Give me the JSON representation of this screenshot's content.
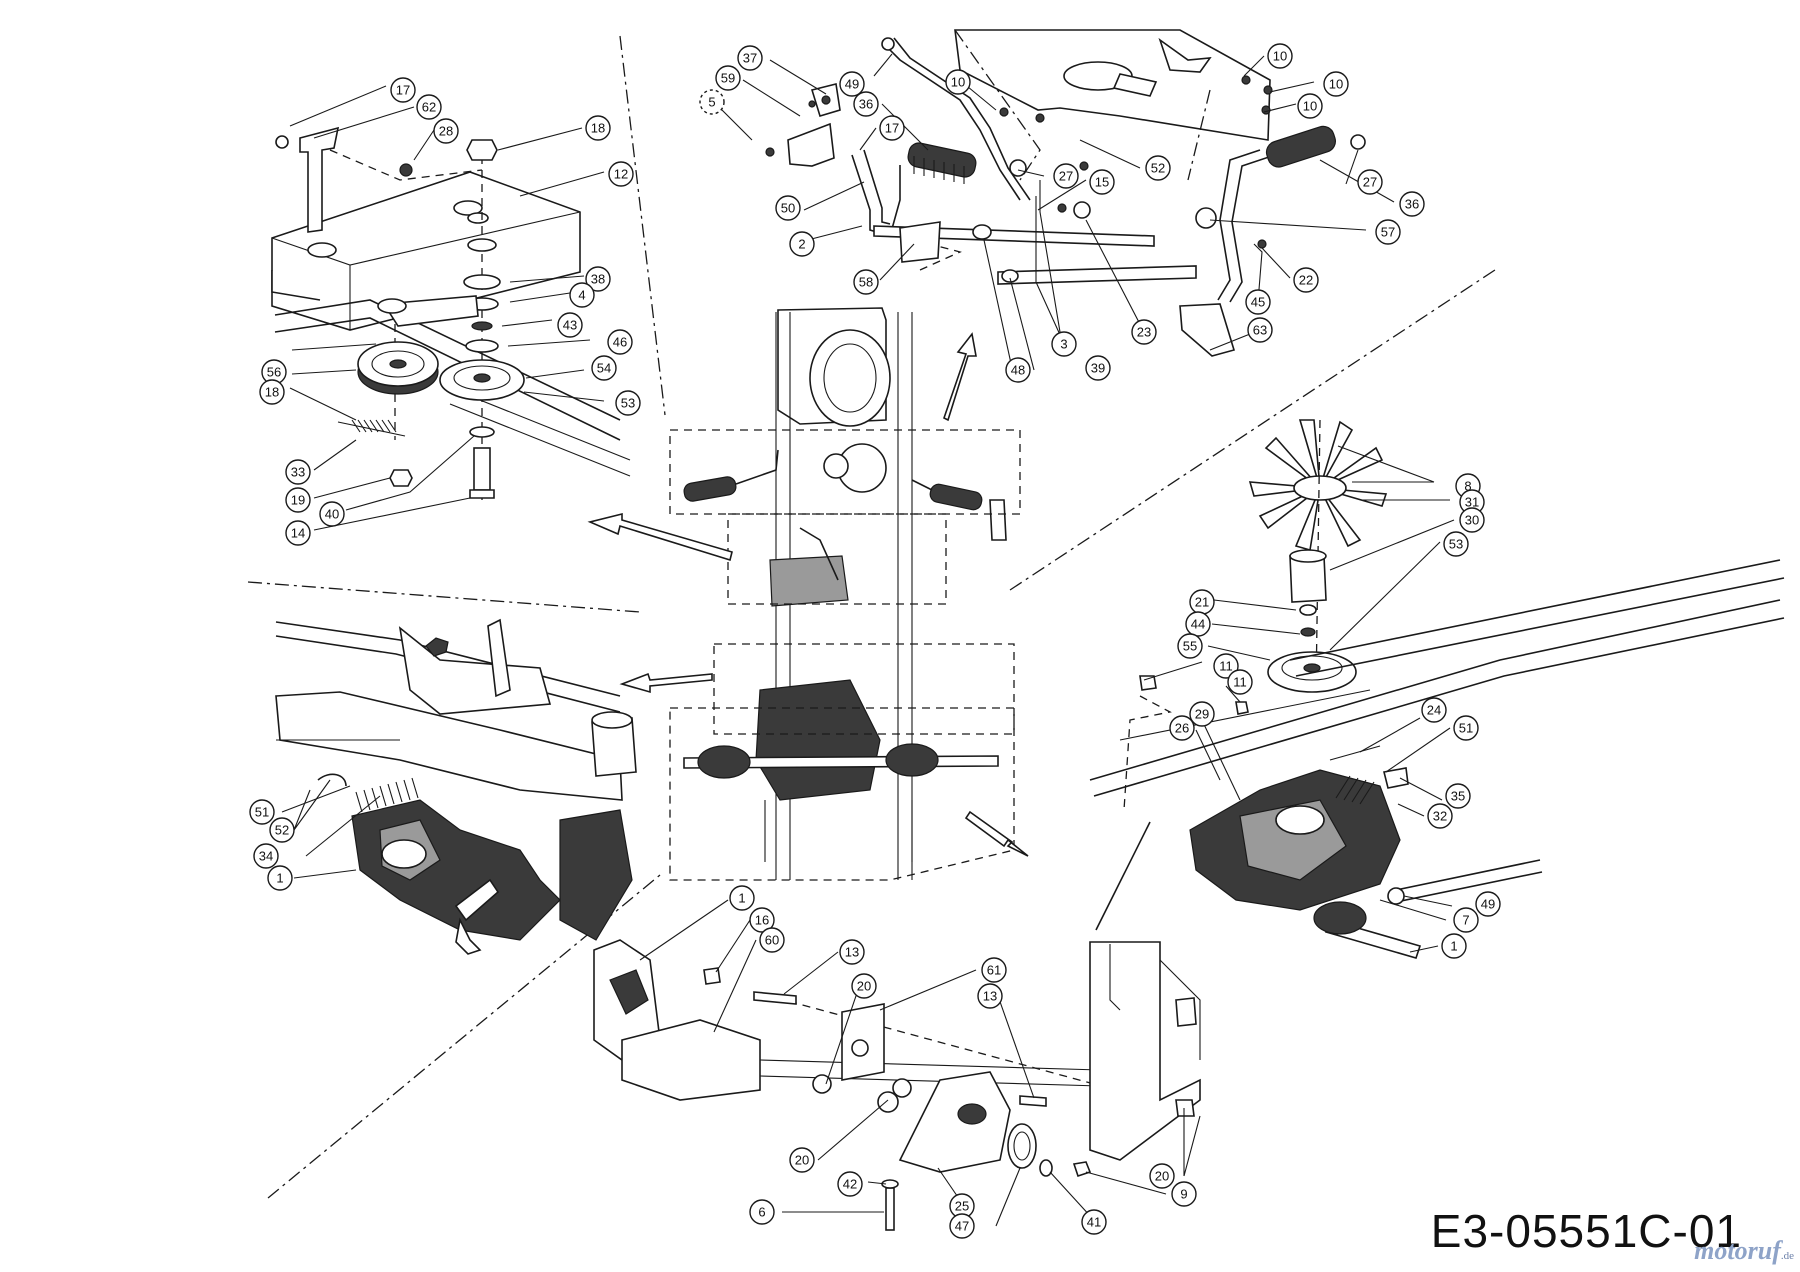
{
  "drawing_code": "E3-05551C-01",
  "watermark": {
    "brand": "motoruf",
    "suffix": ".de"
  },
  "callouts": [
    "17",
    "62",
    "28",
    "18",
    "12",
    "38",
    "4",
    "43",
    "46",
    "54",
    "53",
    "56",
    "18",
    "33",
    "19",
    "40",
    "14",
    "37",
    "59",
    "5",
    "49",
    "36",
    "17",
    "10",
    "10",
    "10",
    "10",
    "50",
    "2",
    "58",
    "27",
    "15",
    "52",
    "27",
    "57",
    "36",
    "22",
    "45",
    "63",
    "23",
    "3",
    "48",
    "39",
    "8",
    "31",
    "30",
    "53",
    "21",
    "44",
    "55",
    "11",
    "11",
    "26",
    "29",
    "24",
    "51",
    "35",
    "32",
    "49",
    "7",
    "1",
    "51",
    "52",
    "34",
    "1",
    "1",
    "16",
    "60",
    "13",
    "20",
    "61",
    "13",
    "20",
    "42",
    "6",
    "25",
    "47",
    "41",
    "9",
    "20"
  ],
  "colors": {
    "ink": "#1a1a1a",
    "background": "#ffffff",
    "watermark": "#8ea3c8"
  }
}
